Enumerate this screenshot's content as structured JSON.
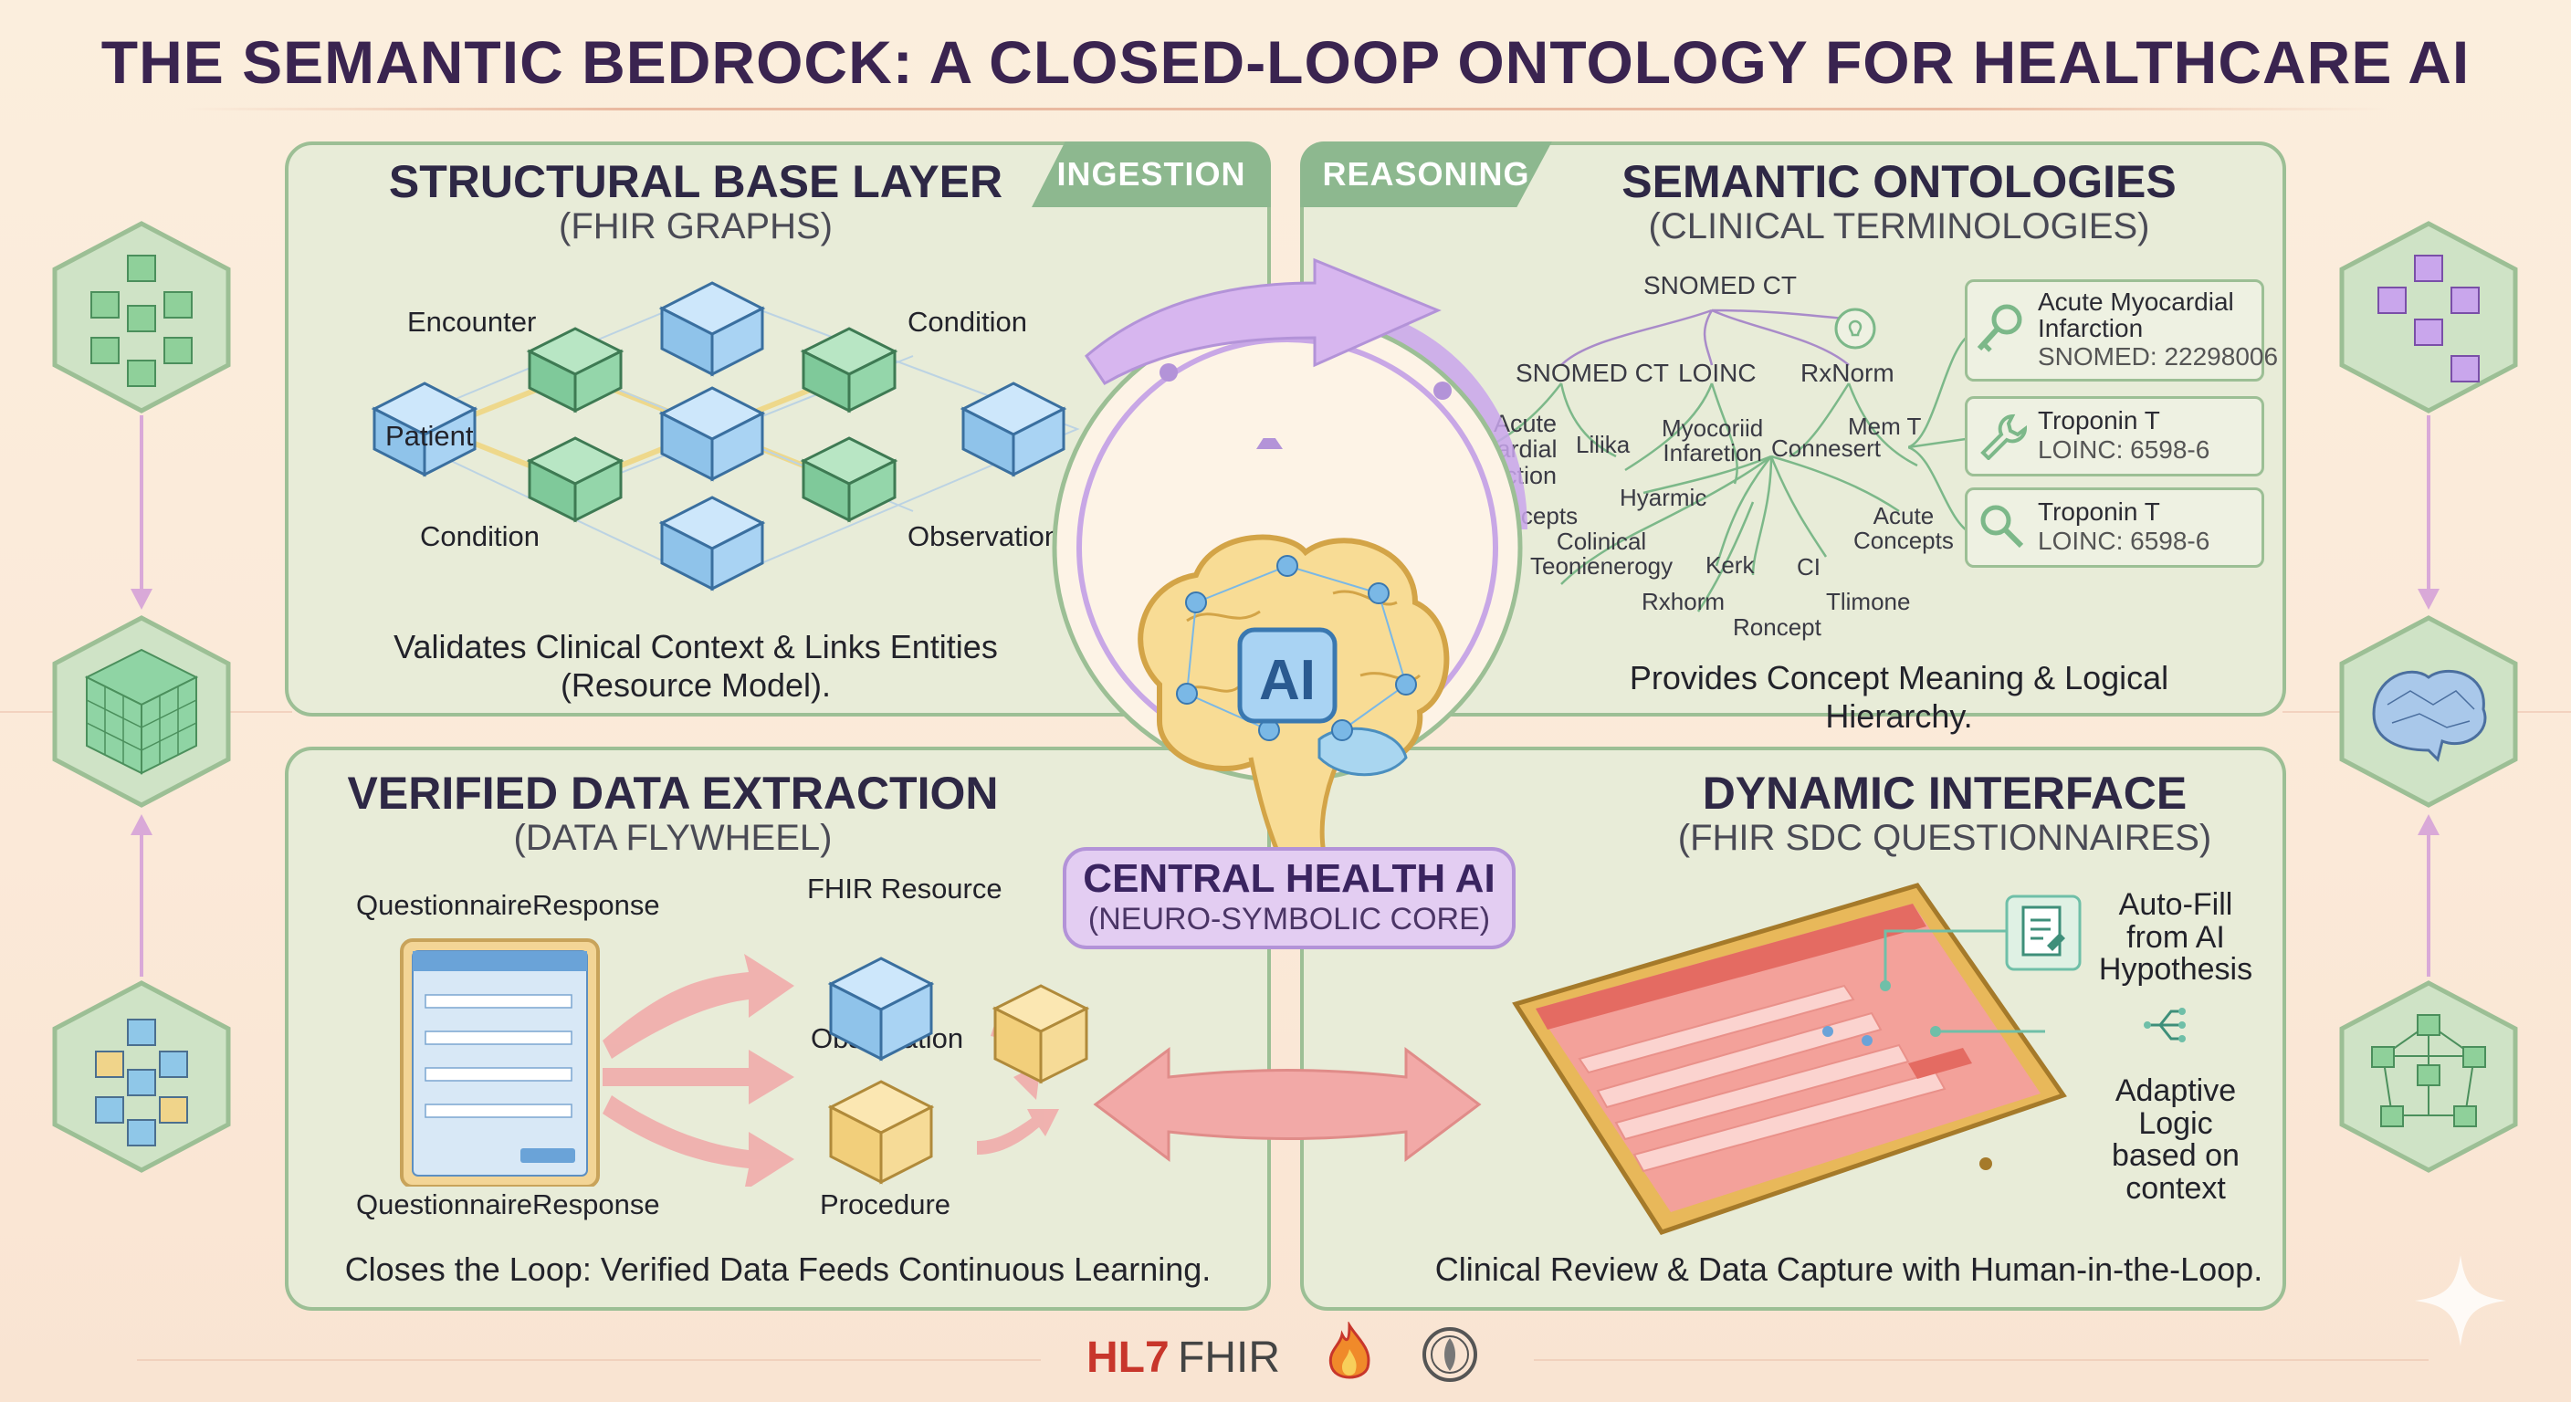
{
  "title": "THE SEMANTIC BEDROCK: A CLOSED-LOOP ONTOLOGY FOR HEALTHCARE AI",
  "structural": {
    "title": "STRUCTURAL BASE LAYER",
    "subtitle": "(FHIR GRAPHS)",
    "tab": "INGESTION",
    "nodes": [
      "Encounter",
      "Condition",
      "Patient",
      "Condition",
      "Observation"
    ],
    "caption_line1": "Validates Clinical Context & Links Entities",
    "caption_line2": "(Resource Model)."
  },
  "semantic": {
    "title": "SEMANTIC ONTOLOGIES",
    "subtitle": "(CLINICAL TERMINOLOGIES)",
    "tab": "REASONING",
    "root": "SNOMED CT",
    "branches": [
      "SNOMED CT",
      "LOINC",
      "RxNorm"
    ],
    "terms": {
      "acute_mi": "Acute\nMyocardial\nInfarction",
      "lilika": "Lilika",
      "myocoriid": "Myocoriid\nInfaretion",
      "connesert": "Connesert",
      "mem_t": "Mem T",
      "hyarmic": "Hyarmic",
      "toncepts": "Toncepts",
      "colinical": "Colinical\nTeonienerogy",
      "kerk": "Kerk",
      "ci": "CI",
      "acute_concepts": "Acute\nConcepts",
      "rxhorm": "Rxhorm",
      "tlimone": "Tlimone",
      "roncept": "Roncept"
    },
    "cards": [
      {
        "line1": "Acute Myocardial",
        "line2": "Infarction",
        "code": "SNOMED: 22298006",
        "icon": "key-icon"
      },
      {
        "line1": "Troponin T",
        "line2": "",
        "code": "LOINC: 6598-6",
        "icon": "wrench-icon"
      },
      {
        "line1": "Troponin T",
        "line2": "",
        "code": "LOINC: 6598-6",
        "icon": "search-icon"
      }
    ],
    "caption": "Provides Concept Meaning & Logical Hierarchy."
  },
  "extraction": {
    "title": "VERIFIED DATA EXTRACTION",
    "subtitle": "(DATA FLYWHEEL)",
    "labels": {
      "qr_top": "QuestionnaireResponse",
      "qr_bottom": "QuestionnaireResponse",
      "fhir_resource": "FHIR Resource",
      "observation": "Observation",
      "procedure": "Procedure"
    },
    "caption": "Closes the Loop: Verified Data Feeds Continuous Learning."
  },
  "interface": {
    "title": "DYNAMIC INTERFACE",
    "subtitle": "(FHIR SDC QUESTIONNAIRES)",
    "autofill": "Auto-Fill\nfrom AI\nHypothesis",
    "adaptive": "Adaptive\nLogic\nbased on\ncontext",
    "caption": "Clinical Review & Data Capture with Human-in-the-Loop."
  },
  "core": {
    "title": "CENTRAL HEALTH AI",
    "subtitle": "(NEURO-SYMBOLIC CORE)",
    "badge": "AI"
  },
  "footer": {
    "hl7": "HL7",
    "fhir": "FHIR"
  },
  "colors": {
    "panel_bg": "#e8ecd8",
    "panel_border": "#9cbf95",
    "accent_purple": "#b393d8",
    "accent_pink": "#ec9c98",
    "title": "#3a2450"
  }
}
